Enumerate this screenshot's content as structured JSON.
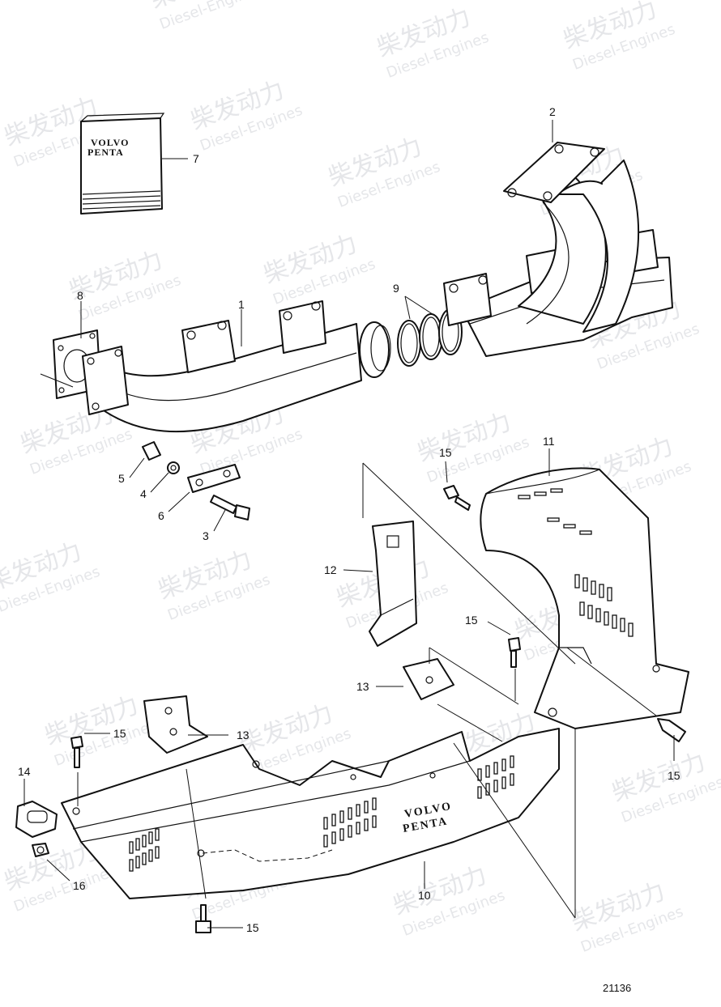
{
  "watermark": {
    "cn": "柴发动力",
    "en": "Diesel-Engines"
  },
  "manual_label": {
    "line1": "VOLVO",
    "line2": "PENTA"
  },
  "shield_brand": {
    "line1": "VOLVO",
    "line2": "PENTA"
  },
  "callouts": {
    "c1": "1",
    "c2": "2",
    "c3": "3",
    "c4": "4",
    "c5": "5",
    "c6": "6",
    "c7": "7",
    "c8": "8",
    "c9": "9",
    "c10": "10",
    "c11": "11",
    "c12": "12",
    "c13a": "13",
    "c13b": "13",
    "c14": "14",
    "c15a": "15",
    "c15b": "15",
    "c15c": "15",
    "c15d": "15",
    "c15e": "15",
    "c16": "16"
  },
  "reference_number": "21136"
}
